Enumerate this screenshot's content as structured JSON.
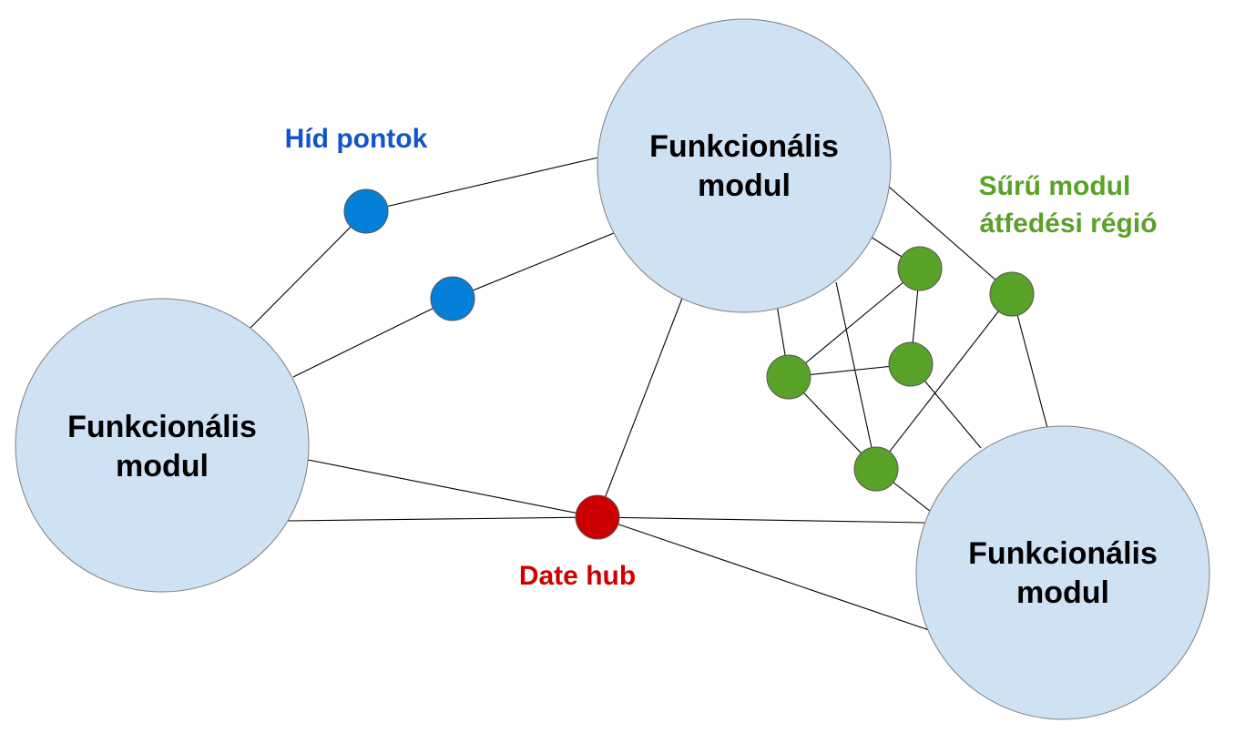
{
  "colors": {
    "module_fill": "#cfe2f3",
    "bridge": "#0480d8",
    "dense": "#58a227",
    "hub": "#cc0000",
    "bridge_label": "#1155cc",
    "dense_label": "#58a227",
    "hub_label": "#cc0000"
  },
  "modules": [
    {
      "line1": "Funkcionális",
      "line2": "modul"
    },
    {
      "line1": "Funkcionális",
      "line2": "modul"
    },
    {
      "line1": "Funkcionális",
      "line2": "modul"
    }
  ],
  "labels": {
    "bridge": "Híd pontok",
    "dense_line1": "Sűrű modul",
    "dense_line2": "átfedési régió",
    "hub": "Date hub"
  }
}
